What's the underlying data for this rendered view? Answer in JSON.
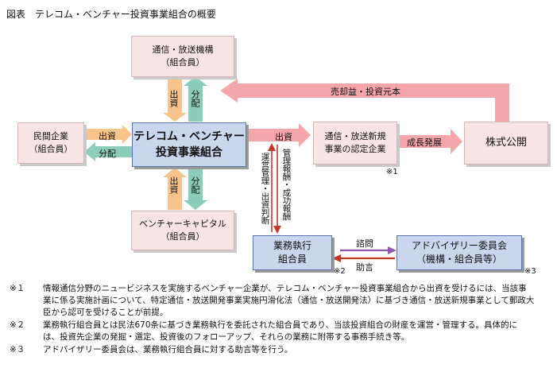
{
  "title": "図表　テレコム・ベンチャー投資事業組合の概要",
  "boxes": {
    "tsushin_kikou": {
      "line1": "通信・放送機構",
      "line2": "（組合員）"
    },
    "minkan": {
      "line1": "民間企業",
      "line2": "（組合員）"
    },
    "fund": {
      "line1": "テレコム・ベンチャー",
      "line2": "投資事業組合"
    },
    "venture_capital": {
      "line1": "ベンチャーキャピタル",
      "line2": "（組合員）"
    },
    "nintei": {
      "line1": "通信・放送新規",
      "line2": "事業の認定企業"
    },
    "kabushiki": {
      "line1": "株式公開"
    },
    "gyomu": {
      "line1": "業務執行",
      "line2": "組合員"
    },
    "advisory": {
      "line1": "アドバイザリー委員会",
      "line2": "（機構・組合員等）"
    }
  },
  "labels": {
    "top_out": "出資",
    "top_in": "分配",
    "left_out": "出資",
    "left_in": "分配",
    "bottom_out": "出資",
    "bottom_in": "分配",
    "right_invest": "出資",
    "growth": "成長発展",
    "return": "売却益・投資元本",
    "mgmt_up": "運営管理・出資判断",
    "mgmt_down": "管理報酬・成功報酬",
    "consult": "諮問",
    "advice": "助言"
  },
  "stars": {
    "s1": "※1",
    "s2": "※2",
    "s3": "※3"
  },
  "notes": [
    {
      "mark": "※１",
      "line1": "情報通信分野のニュービジネスを実施するベンチャー企業が、テレコム・ベンチャー投資事業組合から出資を受けるには、当該事",
      "line2": "業に係る実施計画について、特定通信・放送開発事業実施円滑化法（通信・放送開発法）に基づき通信・放送新規事業として郵政大",
      "line3": "臣から認可を受けることが前提。"
    },
    {
      "mark": "※２",
      "line1": "業務執行組合員とは民法670条に基づき業務執行を委託された組合員であり、当該投資組合の財産を運営・管理する。具体的に",
      "line2": "は、投資先企業の発掘・選定、投資後のフォローアップ、それらの業務に附帯する事務手続き等。"
    },
    {
      "mark": "※３",
      "line1": "アドバイザリー委員会は、業務執行組合員に対する助言等を行う。"
    }
  ],
  "colors": {
    "orange": "#f8c48c",
    "teal": "#8ccdb9",
    "pink_arrow": "#f4a6ab",
    "purple": "#8a5aa8",
    "red": "#c0392b",
    "box_pink": "#f8e3e5",
    "box_blue": "#c8d7ee"
  }
}
